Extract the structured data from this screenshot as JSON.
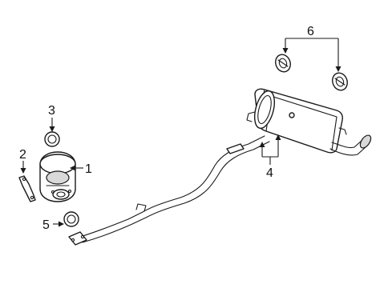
{
  "callouts": [
    {
      "id": "1",
      "label": "1"
    },
    {
      "id": "2",
      "label": "2"
    },
    {
      "id": "3",
      "label": "3"
    },
    {
      "id": "4",
      "label": "4"
    },
    {
      "id": "5",
      "label": "5"
    },
    {
      "id": "6",
      "label": "6"
    }
  ],
  "colors": {
    "line": "#1a1a1a",
    "background": "#ffffff",
    "shade": "#d9d9d9"
  },
  "parts": [
    {
      "callout": "1",
      "icon": "catalytic-converter-icon"
    },
    {
      "callout": "2",
      "icon": "bracket-icon"
    },
    {
      "callout": "3",
      "icon": "gasket-ring-icon"
    },
    {
      "callout": "4",
      "icon": "muffler-pipe-assembly-icon"
    },
    {
      "callout": "5",
      "icon": "gasket-ring-icon"
    },
    {
      "callout": "6",
      "icon": "rubber-hanger-icon"
    }
  ]
}
